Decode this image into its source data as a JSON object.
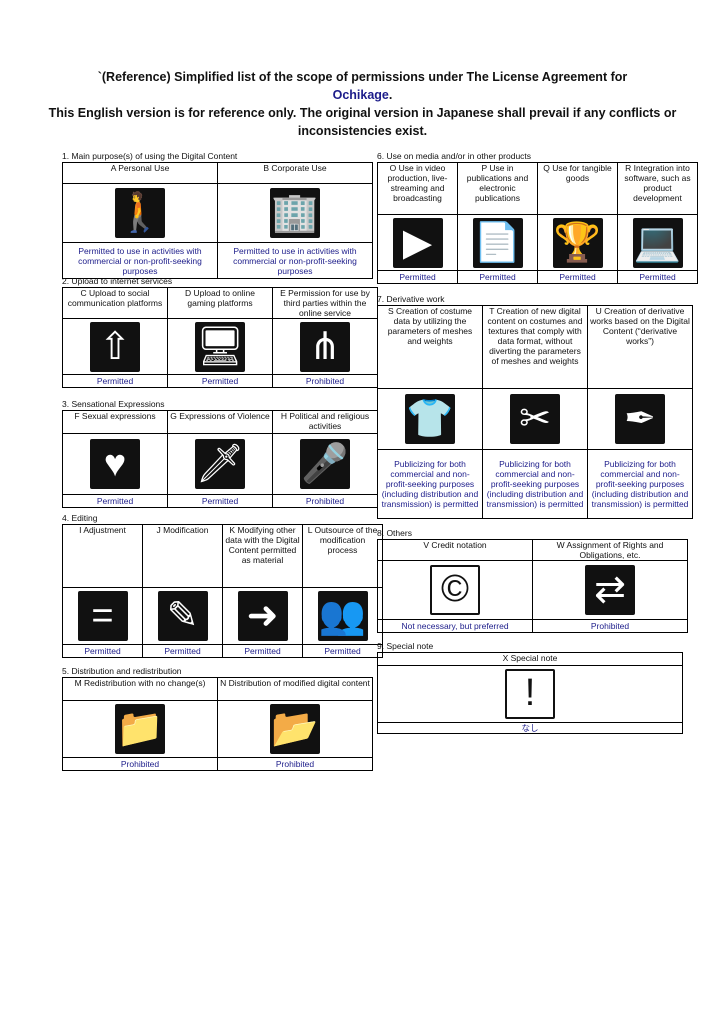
{
  "header": {
    "line1": "`(Reference) Simplified list of the scope of permissions under The License Agreement for",
    "name": "Ochikage",
    "period": ".",
    "line2": "This English version is for reference only. The original version in Japanese shall prevail if any conflicts or inconsistencies exist."
  },
  "s1": {
    "title": "1. Main purpose(s) of using the Digital Content",
    "cols": [
      {
        "label": "A Personal Use",
        "icon": "person-icon",
        "glyph": "🚶",
        "status": "Permitted to use in activities with commercial or non-profit-seeking purposes"
      },
      {
        "label": "B  Corporate Use",
        "icon": "building-icon",
        "glyph": "🏢",
        "status": "Permitted to use in activities with commercial or non-profit-seeking purposes"
      }
    ]
  },
  "s2": {
    "title": "2. Upload to internet services",
    "cols": [
      {
        "label": "C Upload to social communication platforms",
        "icon": "social-upload-icon",
        "glyph": "⇧",
        "status": "Permitted"
      },
      {
        "label": "D Upload to online gaming platforms",
        "icon": "gaming-upload-icon",
        "glyph": "🖥",
        "status": "Permitted"
      },
      {
        "label": "E Permission for use by third parties within the online service",
        "icon": "share-icon",
        "glyph": "⋔",
        "status": "Prohibited"
      }
    ]
  },
  "s3": {
    "title": "3. Sensational Expressions",
    "cols": [
      {
        "label": "F Sexual expressions",
        "icon": "hearts-icon",
        "glyph": "♥",
        "status": "Permitted"
      },
      {
        "label": "G Expressions of Violence",
        "icon": "knife-icon",
        "glyph": "🗡",
        "status": "Permitted"
      },
      {
        "label": "H Political and religious activities",
        "icon": "podium-icon",
        "glyph": "🎤",
        "status": "Prohibited"
      }
    ]
  },
  "s4": {
    "title": "4. Editing",
    "cols": [
      {
        "label": "I Adjustment",
        "icon": "adjust-icon",
        "glyph": "=",
        "status": "Permitted"
      },
      {
        "label": "J Modification",
        "icon": "modify-icon",
        "glyph": "✎",
        "status": "Permitted"
      },
      {
        "label": "K Modifying other data with the Digital Content permitted as material",
        "icon": "material-icon",
        "glyph": "➜",
        "status": "Permitted"
      },
      {
        "label": "L Outsource of the modification process",
        "icon": "outsource-icon",
        "glyph": "👥",
        "status": "Permitted"
      }
    ]
  },
  "s5": {
    "title": "5. Distribution and redistribution",
    "cols": [
      {
        "label": "M Redistribution with no change(s)",
        "icon": "redistribute-icon",
        "glyph": "📁",
        "status": "Prohibited"
      },
      {
        "label": "N Distribution of modified digital content",
        "icon": "distribute-modified-icon",
        "glyph": "📂",
        "status": "Prohibited"
      }
    ]
  },
  "s6": {
    "title": "6. Use on media and/or in other products",
    "cols": [
      {
        "label": "O Use in video production, live-streaming and broadcasting",
        "icon": "video-icon",
        "glyph": "▶",
        "status": "Permitted"
      },
      {
        "label": "P Use in publications and electronic publications",
        "icon": "publication-icon",
        "glyph": "📄",
        "status": "Permitted"
      },
      {
        "label": "Q Use for tangible goods",
        "icon": "goods-icon",
        "glyph": "🏆",
        "status": "Permitted"
      },
      {
        "label": "R Integration into software, such as product development",
        "icon": "software-icon",
        "glyph": "💻",
        "status": "Permitted"
      }
    ]
  },
  "s7": {
    "title": "7. Derivative work",
    "cols": [
      {
        "label": "S Creation of costume data by utilizing the parameters of meshes and weights",
        "icon": "costume-icon",
        "glyph": "👕",
        "status": "Publicizing for both commercial and non-profit-seeking purposes (including distribution and transmission) is permitted"
      },
      {
        "label": "T Creation of new digital content on costumes and textures that comply with data format, without diverting the parameters of meshes and weights",
        "icon": "texture-icon",
        "glyph": "✂",
        "status": "Publicizing for both commercial and non-profit-seeking purposes (including distribution and transmission) is permitted"
      },
      {
        "label": "U Creation of derivative works based on the Digital Content (“derivative works”)",
        "icon": "pen-icon",
        "glyph": "✒",
        "status": "Publicizing for both commercial and non-profit-seeking purposes (including distribution and transmission) is permitted"
      }
    ]
  },
  "s8": {
    "title": "8. Others",
    "cols": [
      {
        "label": "V Credit notation",
        "icon": "copyright-icon",
        "glyph": "©",
        "status": "Not necessary, but preferred"
      },
      {
        "label": "W Assignment of Rights and Obligations, etc.",
        "icon": "transfer-icon",
        "glyph": "⇄",
        "status": "Prohibited"
      }
    ]
  },
  "s9": {
    "title": "9. Special note",
    "cols": [
      {
        "label": "X Special note",
        "icon": "exclamation-icon",
        "glyph": "!",
        "status": "なし"
      }
    ]
  }
}
